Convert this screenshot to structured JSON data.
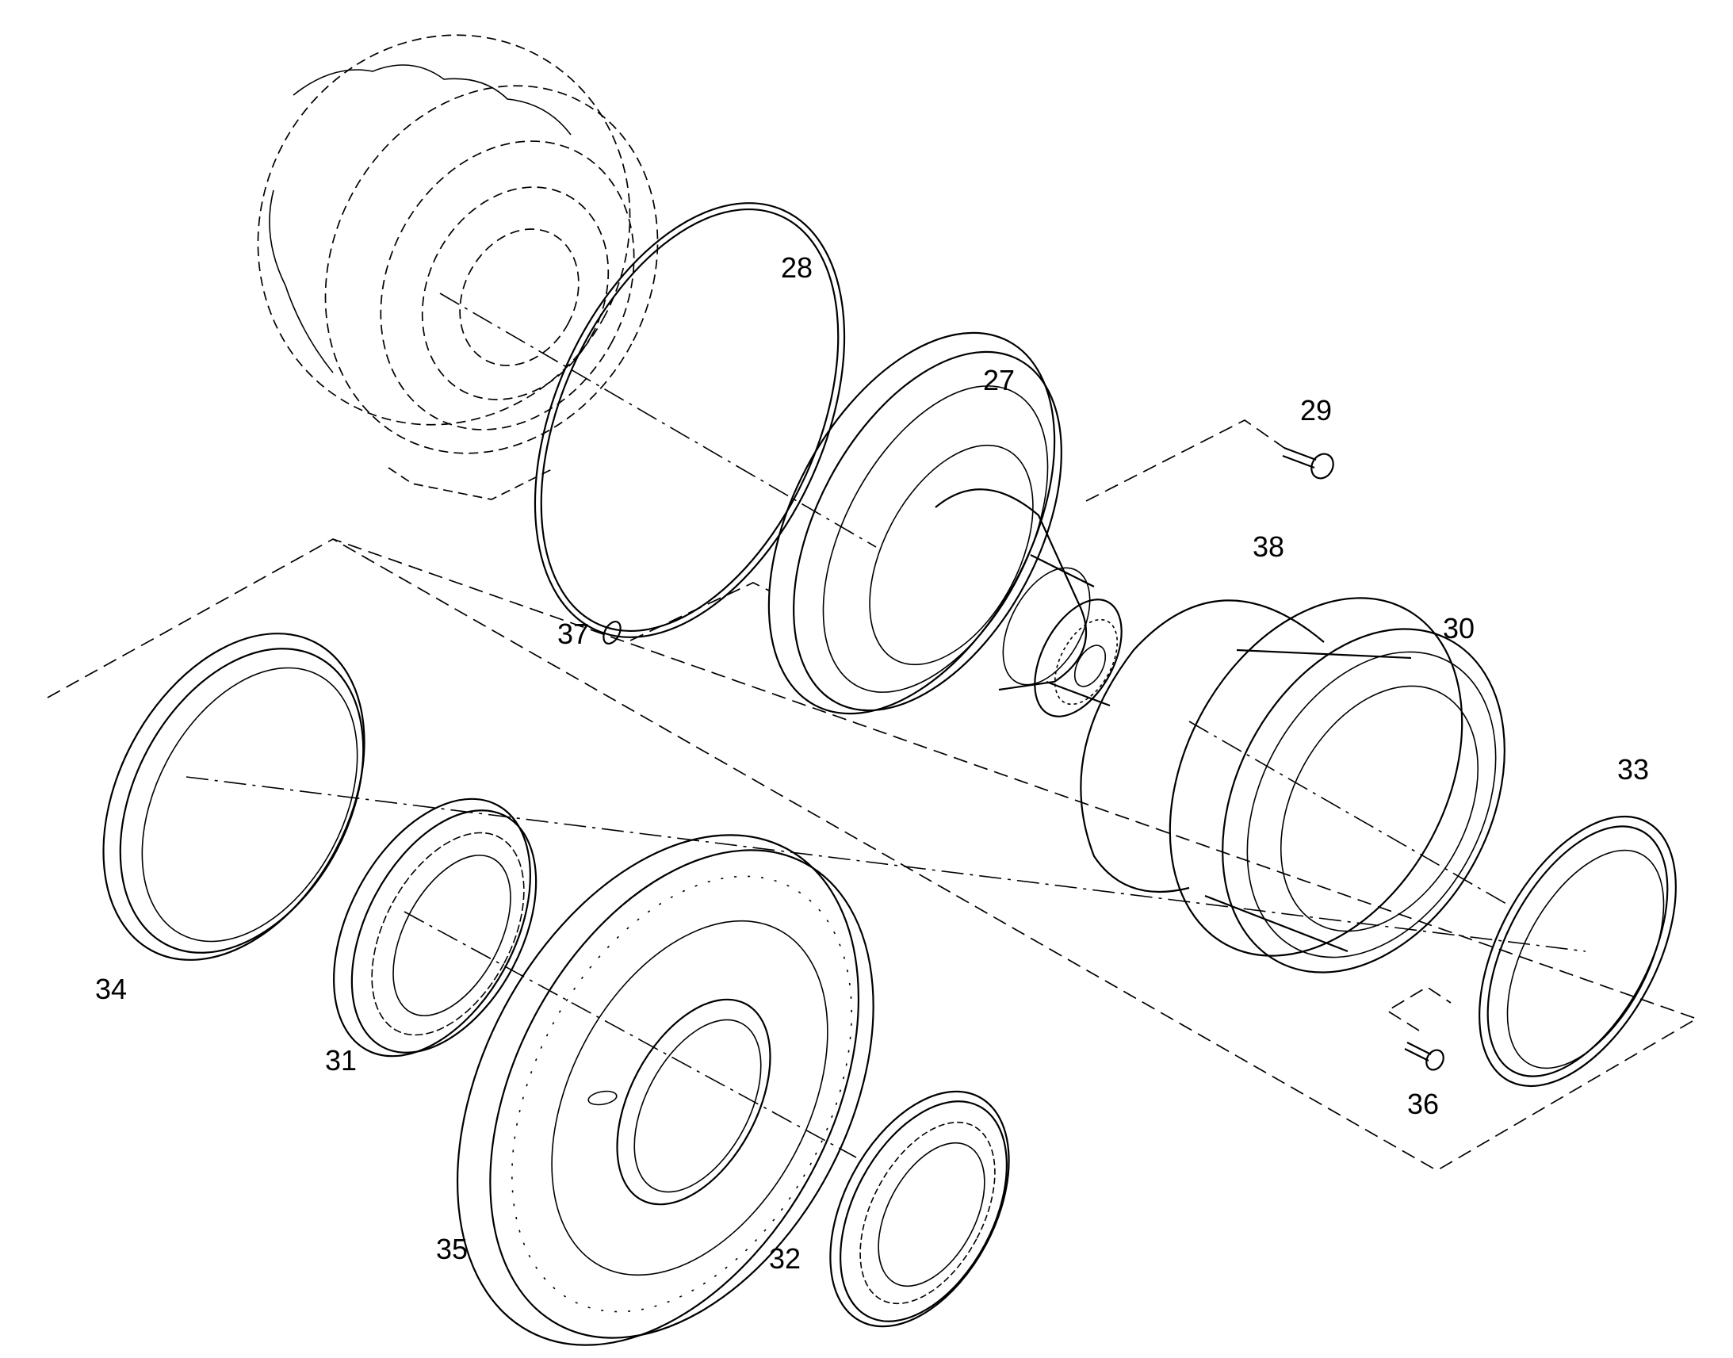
{
  "callouts": [
    {
      "id": "28",
      "label": "28"
    },
    {
      "id": "27",
      "label": "27"
    },
    {
      "id": "29",
      "label": "29"
    },
    {
      "id": "38",
      "label": "38"
    },
    {
      "id": "30",
      "label": "30"
    },
    {
      "id": "37",
      "label": "37"
    },
    {
      "id": "33",
      "label": "33"
    },
    {
      "id": "34",
      "label": "34"
    },
    {
      "id": "31",
      "label": "31"
    },
    {
      "id": "36",
      "label": "36"
    },
    {
      "id": "35",
      "label": "35"
    },
    {
      "id": "32",
      "label": "32"
    }
  ],
  "colors": {
    "line": "#000000",
    "background": "#ffffff"
  }
}
